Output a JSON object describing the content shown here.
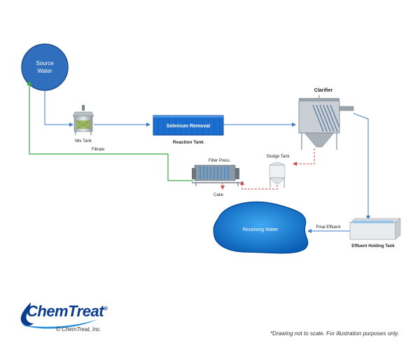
{
  "labels": {
    "source_water_line1": "Source",
    "source_water_line2": "Water",
    "mix_tank": "Mix Tank",
    "selenium_removal": "Selenium Removal",
    "reaction_tank": "Reaction Tank",
    "clarifier": "Clarifier",
    "filtrate": "Filtrate",
    "filter_press": "Filter Press",
    "sludge_tank": "Sludge Tank",
    "cake": "Cake",
    "receiving_water": "Receiving Water",
    "final_effluent": "Final Effluent",
    "effluent_holding_tank": "Effluent Holding Tank"
  },
  "brand": {
    "logo_text": "ChemTreat",
    "trademark": "®",
    "copyright": "© ChemTreat, Inc."
  },
  "disclaimer": "*Drawing not to scale. For illustration purposes only.",
  "colors": {
    "water_blue": "#1f6fc0",
    "flow_line_blue": "#3a7bc8",
    "filtrate_green": "#3aa84a",
    "sludge_red": "#d04a4a",
    "brand_blue": "#0a3d8f"
  },
  "icons": [
    "water-drop-icon"
  ]
}
